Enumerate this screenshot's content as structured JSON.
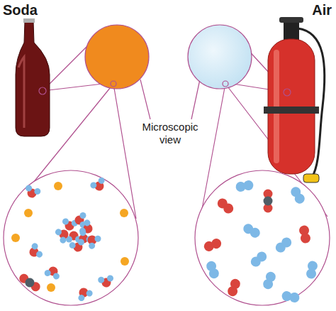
{
  "diagram": {
    "labels": [
      "Soda",
      "Air",
      "Microscopic view"
    ]
  }
}
